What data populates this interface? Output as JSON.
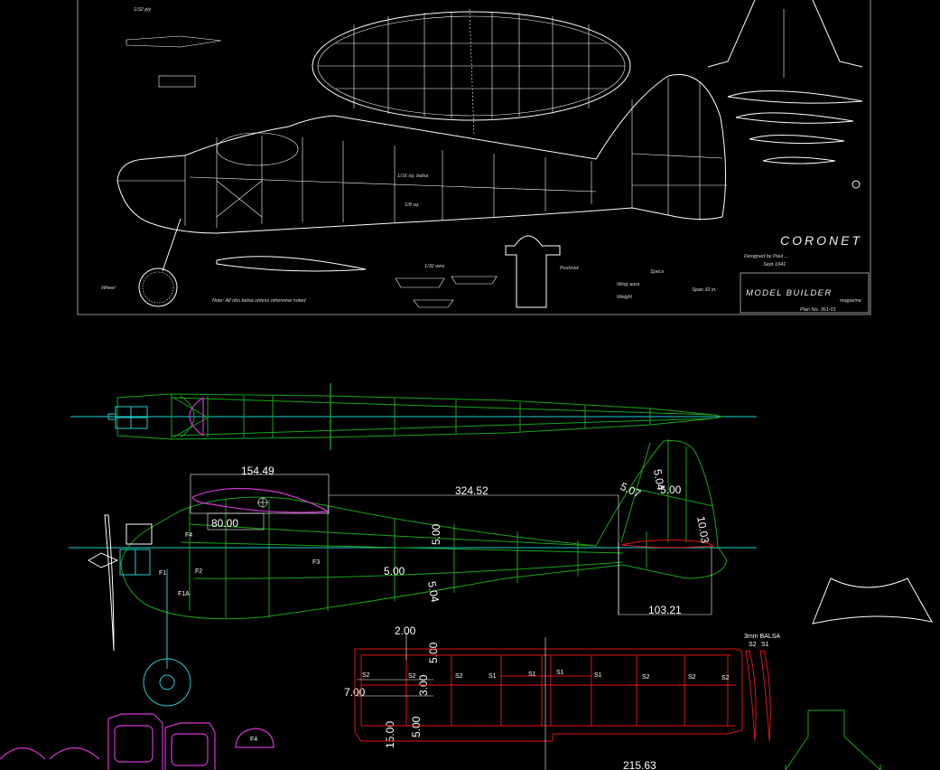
{
  "colors": {
    "background": "#000000",
    "plan_ink": "#ffffff",
    "structure": "#17a617",
    "wing": "#e01515",
    "former": "#d633d6",
    "centerline": "#1fd0d0"
  },
  "plan_sheet": {
    "title": "CORONET",
    "designer_line": "Designed by Paul ...",
    "date_line": "Sept 1941",
    "publisher": "MODEL BUILDER",
    "publisher_suffix": "magazine",
    "plan_number": "Plan No. 361-01",
    "bottom_note": "Note: All ribs balsa unless otherwise noted",
    "note_pushrod": "Pushrod",
    "note_wire": "1/32 wire",
    "note_balsa": "1/16 sq. balsa",
    "note_spar": "1/8 sq.",
    "note_specs": "Specs",
    "note_wing_area": "Wing area",
    "note_weight": "Weight",
    "note_span": "Span 32 in.",
    "note_ply": "1/32 ply",
    "note_wheel": "Wheel"
  },
  "cad": {
    "dimensions": {
      "chord": "154.49",
      "length": "324.52",
      "tail_offset": "5.07",
      "fin_a": "5.04",
      "fin_b": "5.00",
      "fin_c": "10.03",
      "cabin": "80.00",
      "fuse_mid": "5.00",
      "fuse_mid2": "5.00",
      "fuse_low": "5.04",
      "stab": "103.21",
      "w_a": "2.00",
      "w_b": "5.00",
      "w_c": "3.00",
      "w_d": "7.00",
      "w_e": "15.00",
      "w_f": "5.00",
      "span": "215.63"
    },
    "former_labels": {
      "f4": "F4",
      "f1": "F1",
      "f2": "F2",
      "f1a": "F1A",
      "f3": "F3",
      "f4_part": "F4"
    },
    "rib_labels": [
      "S2",
      "S2",
      "S2",
      "S1",
      "S1",
      "S1",
      "S1",
      "S2",
      "S2",
      "S2"
    ],
    "balsa_note": "3mm BALSA",
    "balsa_ribs": [
      "S2",
      "S1"
    ]
  }
}
